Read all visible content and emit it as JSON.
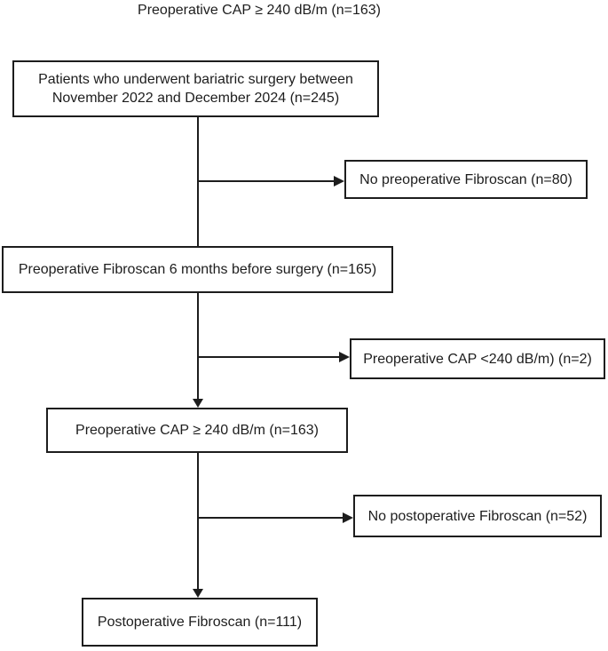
{
  "diagram": {
    "caption": "Preoperative CAP ≥ 240 dB/m (n=163)",
    "main_flow": [
      {
        "id": "enrollment",
        "line1": "Patients who underwent bariatric surgery between",
        "line2": "November 2022 and December 2024 (n=245)"
      },
      {
        "id": "preoperative-fibroscan",
        "text": "Preoperative Fibroscan 6 months before surgery (n=165)"
      },
      {
        "id": "preoperative-cap",
        "text": "Preoperative CAP ≥ 240 dB/m (n=163)"
      },
      {
        "id": "postoperative-fibroscan",
        "text": "Postoperative Fibroscan (n=111)"
      }
    ],
    "exclusions": [
      {
        "id": "no-preoperative-fibroscan",
        "text": "No preoperative Fibroscan (n=80)"
      },
      {
        "id": "preoperative-cap-below-threshold",
        "text": "Preoperative CAP <240 dB/m) (n=2)"
      },
      {
        "id": "no-postoperative-fibroscan",
        "text": "No postoperative Fibroscan (n=52)"
      }
    ],
    "colors": {
      "line": "#1d1d1d",
      "box_border": "#1d1d1d",
      "background": "#ffffff",
      "text": "#1d1d1d"
    }
  }
}
